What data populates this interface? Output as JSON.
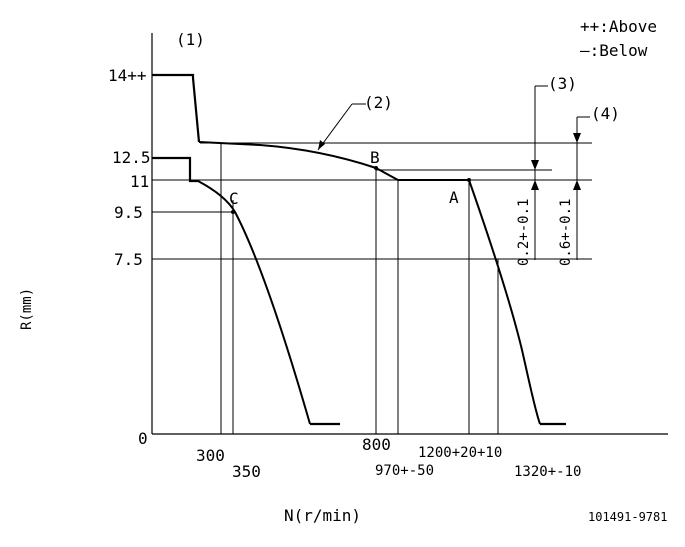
{
  "legend": {
    "above": "++:Above",
    "below": "—:Below"
  },
  "axes": {
    "xlabel": "N(r/min)",
    "ylabel": "R(mm)"
  },
  "y_ticks": [
    "14++",
    "12.5",
    "11",
    "9.5",
    "7.5",
    "0"
  ],
  "x_ticks": {
    "t300": "300",
    "t350": "350",
    "t800": "800",
    "t970": "970+-50",
    "t1200": "1200+20+10",
    "t1320": "1320+-10"
  },
  "callouts": {
    "c1": "(1)",
    "c2": "(2)",
    "c3": "(3)",
    "c4": "(4)"
  },
  "points": {
    "A": "A",
    "B": "B",
    "C": "C"
  },
  "tolerances": {
    "t3": "0.2+-0.1",
    "t4": "0.6+-0.1"
  },
  "figure_id": "101491-9781"
}
